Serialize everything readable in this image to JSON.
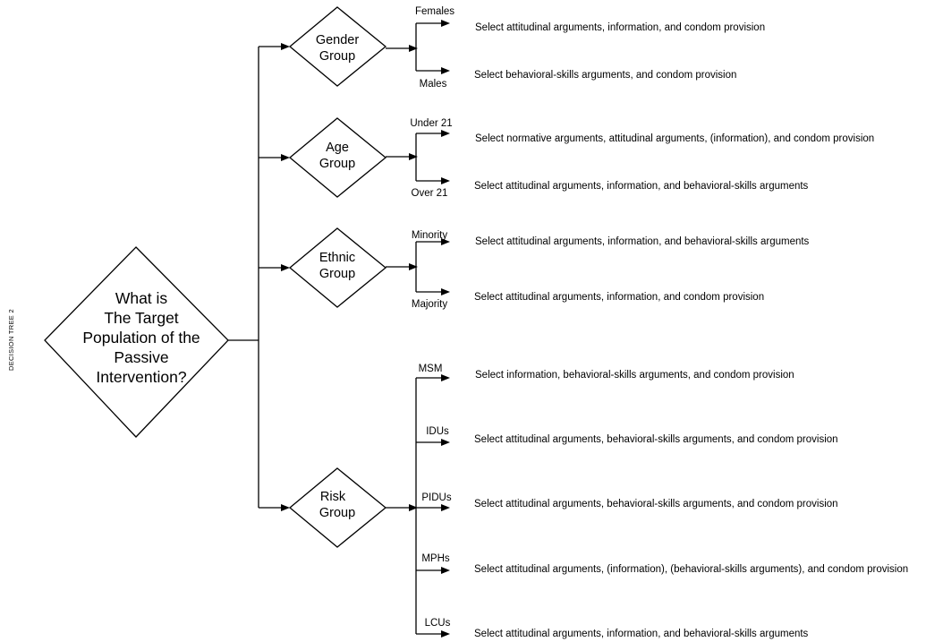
{
  "side_label": "DECISION TREE 2",
  "root": {
    "lines": [
      "What is",
      "The Target",
      "Population of the",
      "Passive",
      "Intervention?"
    ]
  },
  "groups": [
    {
      "lines": [
        "Gender",
        "Group"
      ],
      "branches": [
        {
          "label": "Females",
          "result": "Select attitudinal arguments, information, and condom provision"
        },
        {
          "label": "Males",
          "result": "Select  behavioral-skills arguments, and condom provision"
        }
      ]
    },
    {
      "lines": [
        "Age",
        "Group"
      ],
      "branches": [
        {
          "label": "Under 21",
          "result": "Select normative arguments, attitudinal arguments, (information), and condom provision"
        },
        {
          "label": "Over 21",
          "result": "Select attitudinal arguments, information, and behavioral-skills arguments"
        }
      ]
    },
    {
      "lines": [
        "Ethnic",
        "Group"
      ],
      "branches": [
        {
          "label": "Minority",
          "result": "Select attitudinal arguments, information, and behavioral-skills arguments"
        },
        {
          "label": "Majority",
          "result": "Select attitudinal arguments, information, and condom provision"
        }
      ]
    },
    {
      "lines": [
        "Risk",
        "Group"
      ],
      "branches": [
        {
          "label": "MSM",
          "result": "Select information, behavioral-skills arguments, and condom provision"
        },
        {
          "label": "IDUs",
          "result": "Select attitudinal arguments, behavioral-skills arguments, and condom provision"
        },
        {
          "label": "PIDUs",
          "result": "Select attitudinal arguments, behavioral-skills arguments, and condom provision"
        },
        {
          "label": "MPHs",
          "result": "Select attitudinal arguments, (information), (behavioral-skills arguments), and condom provision"
        },
        {
          "label": "LCUs",
          "result": "Select attitudinal arguments, information, and behavioral-skills arguments"
        }
      ]
    }
  ]
}
